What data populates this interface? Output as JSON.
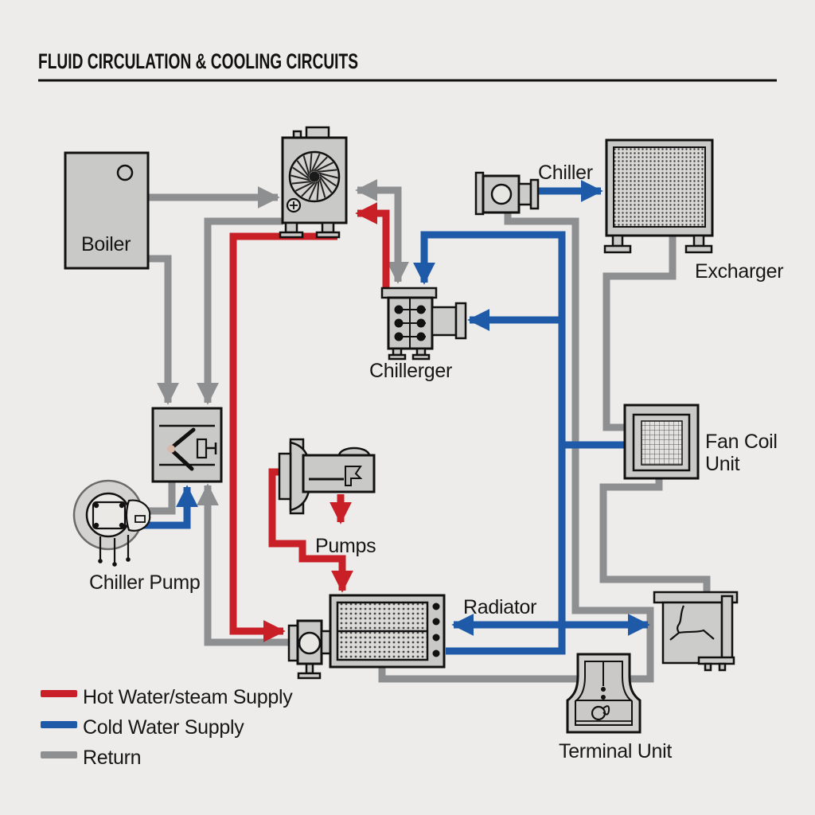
{
  "title": "FLUID CIRCULATION & COOLING CIRCUITS",
  "components": {
    "boiler": "Boiler",
    "chiller": "Chiller",
    "exchanger": "Excharger",
    "chillerger": "Chillerger",
    "fan_coil_line1": "Fan Coil",
    "fan_coil_line2": "Unit",
    "pumps": "Pumps",
    "radiator": "Radiator",
    "chiller_pump": "Chiller Pump",
    "terminal_unit": "Terminal Unit"
  },
  "legend": {
    "items": [
      {
        "label": "Hot Water/steam Supply",
        "color": "#c92027"
      },
      {
        "label": "Cold Water Supply",
        "color": "#1f5aa8"
      },
      {
        "label": "Return",
        "color": "#8e8f91"
      }
    ]
  },
  "line_colors": {
    "hot_water_steam_supply": "#c92027",
    "cold_water_supply": "#1f5aa8",
    "return": "#8e8f91"
  }
}
